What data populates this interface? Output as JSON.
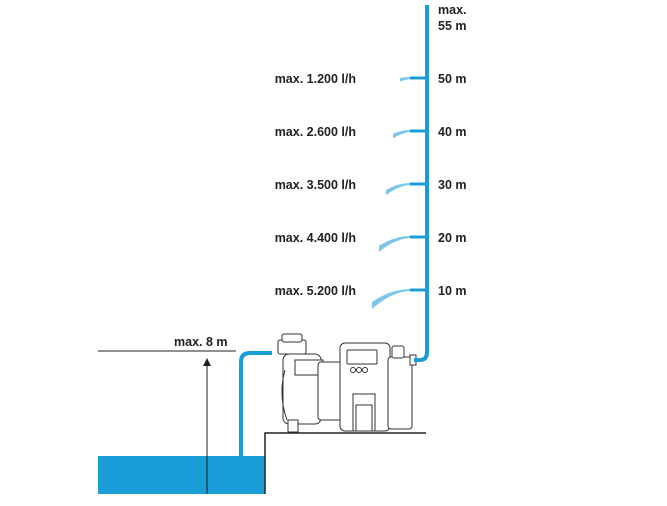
{
  "diagram": {
    "max_head_label_line1": "max.",
    "max_head_label_line2": "55 m",
    "suction_label": "max. 8 m",
    "levels": [
      {
        "height": "50 m",
        "flow": "max. 1.200 l/h"
      },
      {
        "height": "40 m",
        "flow": "max. 2.600 l/h"
      },
      {
        "height": "30 m",
        "flow": "max. 3.500 l/h"
      },
      {
        "height": "20 m",
        "flow": "max. 4.400 l/h"
      },
      {
        "height": "10 m",
        "flow": "max. 5.200 l/h"
      }
    ],
    "colors": {
      "water": "#1a9dd6",
      "pipe": "#1a9dd6",
      "line": "#222222"
    }
  }
}
